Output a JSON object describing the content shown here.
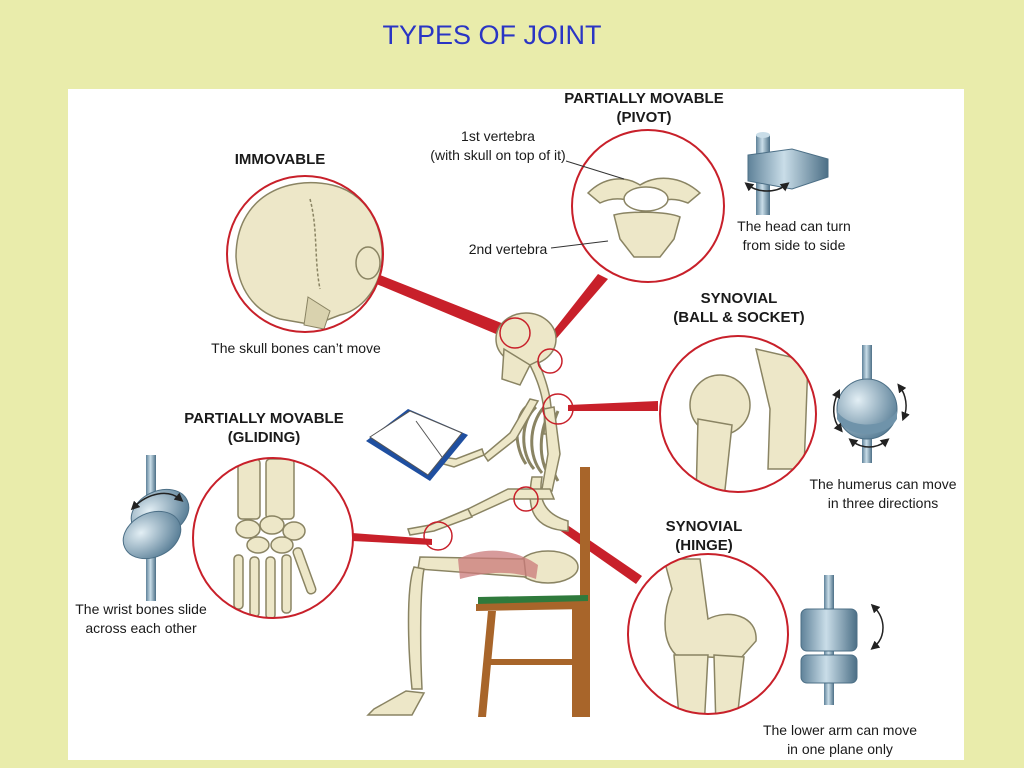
{
  "slide": {
    "title": "TYPES OF JOINT"
  },
  "joints": {
    "pivot": {
      "heading": "PARTIALLY MOVABLE\n(PIVOT)",
      "callout_top": "1st vertebra\n(with skull on top of it)",
      "callout_bottom": "2nd vertebra",
      "caption": "The head can turn\nfrom side to side"
    },
    "immovable": {
      "heading": "IMMOVABLE",
      "caption": "The skull bones can’t move"
    },
    "ball_socket": {
      "heading": "SYNOVIAL\n(BALL & SOCKET)",
      "caption": "The humerus can move\nin three directions"
    },
    "gliding": {
      "heading": "PARTIALLY MOVABLE\n(GLIDING)",
      "caption": "The wrist bones slide\nacross each other"
    },
    "hinge": {
      "heading": "SYNOVIAL\n(HINGE)",
      "caption": "The lower arm can move\nin one plane only"
    }
  },
  "colors": {
    "background": "#e9ecab",
    "title": "#2a35c4",
    "circle_outline": "#c8202a",
    "bone": "#ede7c8",
    "bone_outline": "#8a8463",
    "mechanism": "#8fb3c9",
    "muscle": "#c97a7a",
    "chair": "#a8652a",
    "seat": "#2f7a3c",
    "book_cover": "#1f4fa0"
  },
  "icons": {
    "pivot_model": "pivot-cylinder-icon",
    "ball_socket_model": "ball-socket-icon",
    "gliding_model": "gliding-discs-icon",
    "hinge_model": "hinge-cylinder-icon"
  }
}
